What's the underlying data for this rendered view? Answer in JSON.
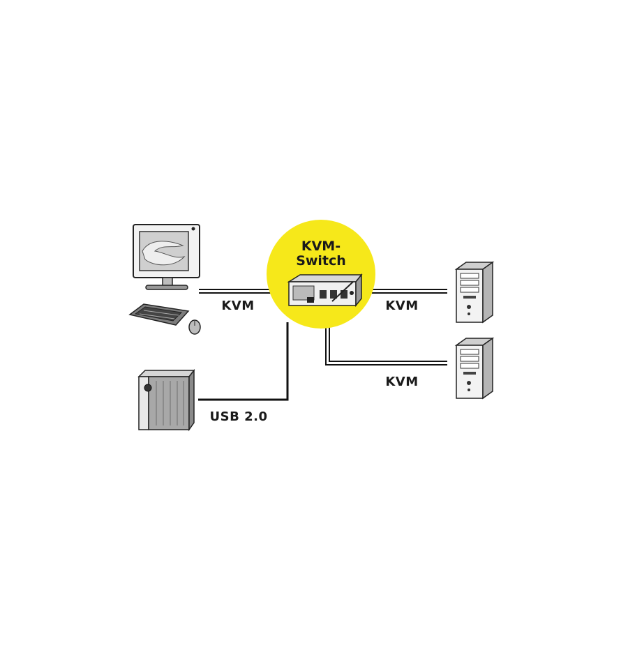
{
  "hub": {
    "title_line1": "KVM-",
    "title_line2": "Switch",
    "circle_color": "#f6e81a",
    "icon": "kvm-switch-device-icon"
  },
  "connections": {
    "console": "KVM",
    "pc_top": "KVM",
    "pc_bottom": "KVM",
    "usb_storage": "USB 2.0"
  },
  "devices": {
    "console": [
      "monitor-icon",
      "keyboard-icon",
      "mouse-icon"
    ],
    "storage": "external-hard-drive-icon",
    "computers": [
      "tower-pc-icon",
      "tower-pc-icon"
    ]
  }
}
